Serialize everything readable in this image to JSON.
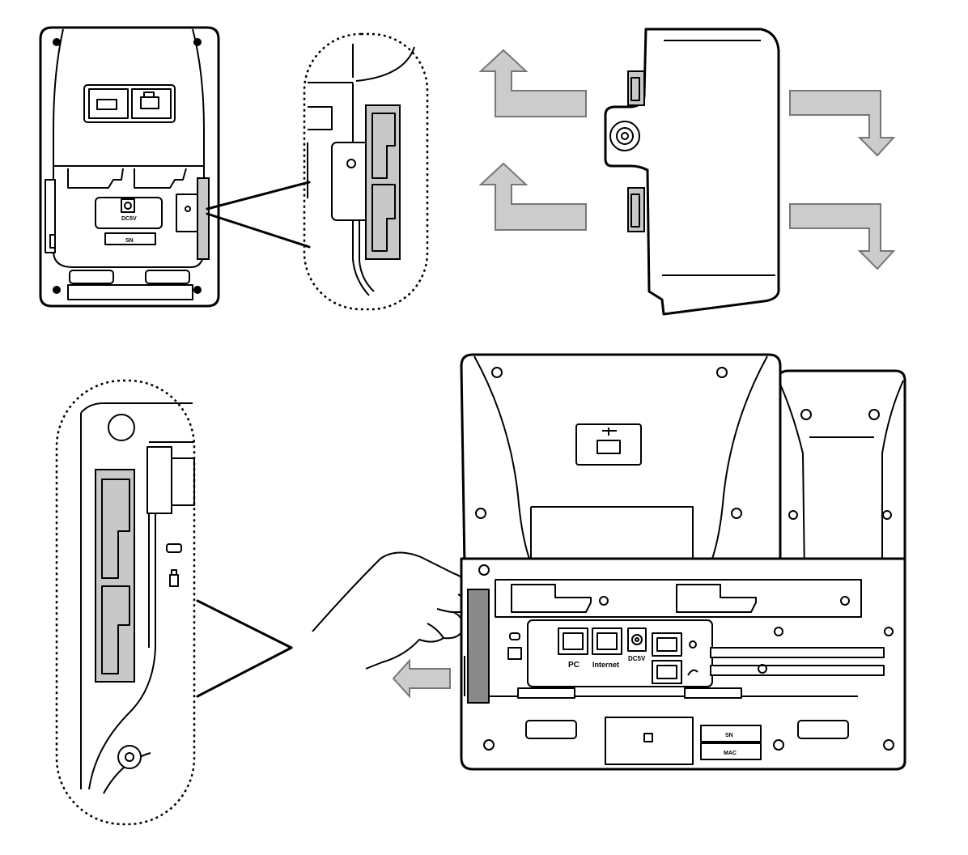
{
  "labels": {
    "dc_small": "DC5V",
    "sn_small": "SN",
    "pc": "PC",
    "internet": "Internet",
    "dc": "DC5V",
    "sn": "SN",
    "mac": "MAC"
  }
}
